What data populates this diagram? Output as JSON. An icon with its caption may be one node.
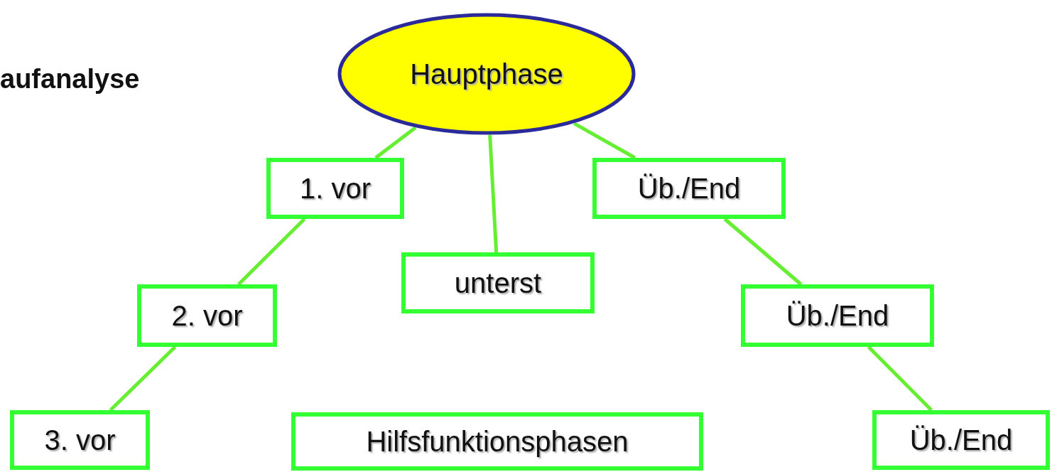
{
  "diagram": {
    "title": "aufanalyse",
    "nodes": [
      {
        "text": [
          "Hauptphase"
        ]
      },
      {
        "text": [
          "1. vor"
        ]
      },
      {
        "text": [
          "Üb./End"
        ]
      },
      {
        "text": [
          "unterst"
        ]
      },
      {
        "text": [
          "2. vor"
        ]
      },
      {
        "text": [
          "Üb./End"
        ]
      },
      {
        "text": [
          "3. vor"
        ]
      },
      {
        "text": [
          "Hilfsfunktionsphasen"
        ]
      },
      {
        "text": [
          "Üb./End"
        ]
      }
    ],
    "edges": [
      {
        "from": 0,
        "to": 1,
        "arrow": "none"
      },
      {
        "from": 0,
        "to": 3,
        "arrow": "none"
      },
      {
        "from": 0,
        "to": 2,
        "arrow": "none"
      },
      {
        "from": 1,
        "to": 4,
        "arrow": "none"
      },
      {
        "from": 2,
        "to": 5,
        "arrow": "none"
      },
      {
        "from": 4,
        "to": 6,
        "arrow": "none"
      },
      {
        "from": 5,
        "to": 8,
        "arrow": "none"
      }
    ]
  }
}
